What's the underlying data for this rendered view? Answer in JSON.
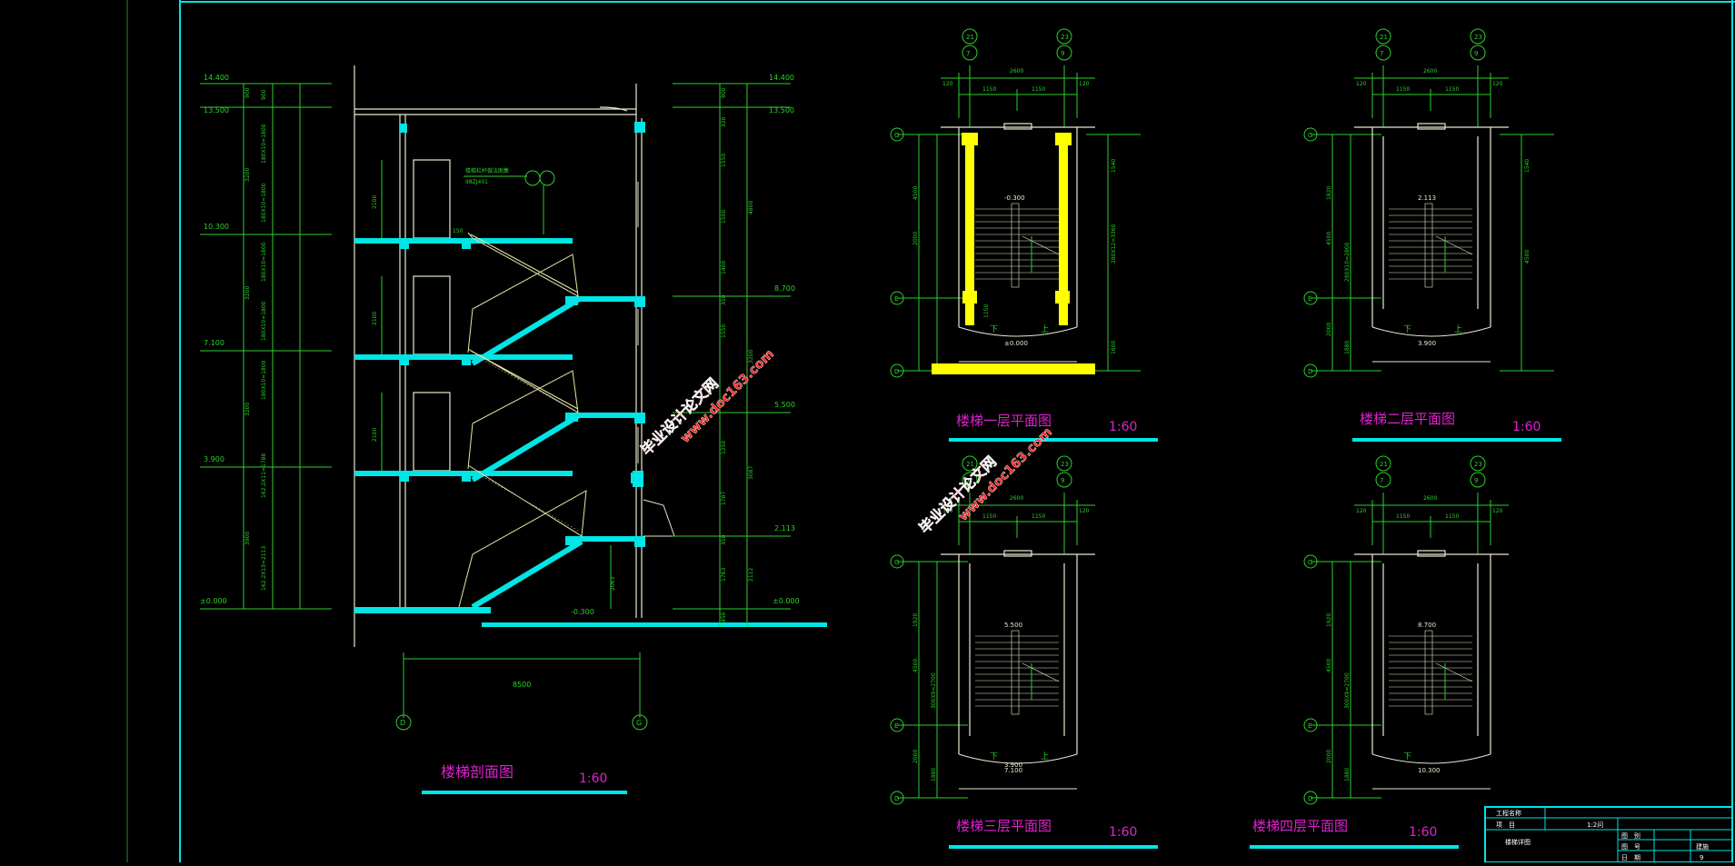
{
  "colors": {
    "background": "#000000",
    "frame": "#00e5e5",
    "dimension": "#2bd12b",
    "wall": "#e8e8d0",
    "slab": "#00e5e5",
    "highlight": "#ffff00",
    "title": "#e020d0",
    "watermark": "#ff2020"
  },
  "section": {
    "title": "楼梯剖面图",
    "scale": "1:60",
    "elev_left": [
      "14.400",
      "13.500",
      "10.300",
      "7.100",
      "3.900",
      "±0.000"
    ],
    "elev_right": [
      "14.400",
      "13.500",
      "8.700",
      "5.500",
      "2.113",
      "±0.000"
    ],
    "elev_mid": "-0.300",
    "dims_left_a": [
      "900",
      "3200",
      "3200",
      "3200",
      "3900"
    ],
    "dims_left_b": [
      "900",
      "180X10=1800",
      "180X10=1800",
      "180X10=1800",
      "180X10=1800",
      "180X10=1800",
      "162.2X11=1788",
      "162.2X13=2113"
    ],
    "dims_right_a": [
      "900",
      "320",
      "1550",
      "1500",
      "1400",
      "350",
      "1550",
      "1250",
      "1787",
      "350",
      "1763",
      "450"
    ],
    "dims_right_b": [
      "4800",
      "3200",
      "3087",
      "2112"
    ],
    "dim_heights": [
      "2100",
      "2100",
      "2100",
      "2063"
    ],
    "bottom_dim": "8500",
    "axis_left": "D",
    "axis_right": "G",
    "annotation": "楼梯栏杆做法图集",
    "annotation_ref": "98ZJ401",
    "note_150": "150"
  },
  "plans": [
    {
      "title": "楼梯一层平面图",
      "scale": "1:60",
      "axis_top": [
        "21",
        "7",
        "23",
        "9"
      ],
      "top_dims": [
        "120",
        "2600",
        "120",
        "1150",
        "1150"
      ],
      "right_dims": [
        "1540",
        "280X12=3360",
        "1600"
      ],
      "left_dims": [
        "4500",
        "2000"
      ],
      "axes_left": [
        "G",
        "E",
        "D"
      ],
      "level": "-0.300",
      "level2": "±0.000",
      "dn": "下",
      "up": "上",
      "mid_dim": "1150"
    },
    {
      "title": "楼梯二层平面图",
      "scale": "1:60",
      "axis_top": [
        "21",
        "7",
        "23",
        "9"
      ],
      "top_dims": [
        "120",
        "2600",
        "120",
        "1150",
        "1150"
      ],
      "right_dims": [
        "1540",
        "4500"
      ],
      "left_dims": [
        "1820",
        "4500",
        "280X10=2800",
        "2000",
        "1880"
      ],
      "axes_left": [
        "G",
        "E",
        "D"
      ],
      "level": "2.113",
      "level2": "3.900",
      "dn": "下",
      "up": "上"
    },
    {
      "title": "楼梯三层平面图",
      "scale": "1:60",
      "axis_top": [
        "21",
        "7",
        "23",
        "9"
      ],
      "top_dims": [
        "120",
        "2600",
        "120",
        "1150",
        "1150"
      ],
      "left_dims": [
        "1920",
        "4500",
        "300X9=2700",
        "2000",
        "1880"
      ],
      "axes_left": [
        "G",
        "E",
        "D"
      ],
      "level": "5.500",
      "level2": "7.100",
      "level3": "3.900",
      "dn": "下",
      "up": "上"
    },
    {
      "title": "楼梯四层平面图",
      "scale": "1:60",
      "axis_top": [
        "21",
        "7",
        "23",
        "9"
      ],
      "top_dims": [
        "120",
        "2600",
        "120",
        "1150",
        "1150"
      ],
      "left_dims": [
        "1920",
        "4500",
        "300X9=2700",
        "2000",
        "1880"
      ],
      "axes_left": [
        "G",
        "E",
        "D"
      ],
      "level": "8.700",
      "level2": "10.300",
      "dn": "下"
    }
  ],
  "watermarks": [
    {
      "line1": "毕业设计论文网",
      "line2": "www.doc163.com"
    },
    {
      "line1": "毕业设计论文网",
      "line2": "www.doc163.com"
    }
  ],
  "title_block": {
    "project_label": "工程名称",
    "item_label": "项　目",
    "drawing_label": "楼梯详图",
    "drawing_no_label": "图　别",
    "sheet_label": "图　号",
    "date_label": "日　期",
    "value_1": "建施",
    "value_2": "9",
    "scale_text": "1:2问"
  }
}
